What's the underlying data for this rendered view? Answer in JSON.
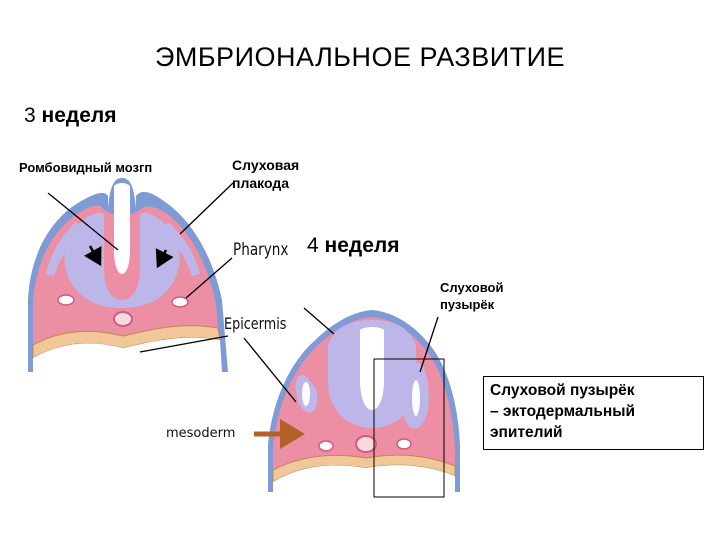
{
  "slide": {
    "title": "ЭМБРИОНАЛЬНОЕ  РАЗВИТИЕ",
    "week3": {
      "number": "3",
      "label": "неделя"
    },
    "week4": {
      "number": "4",
      "label": "неделя"
    },
    "labels": {
      "rhombencephalon": "Ромбовидный мозгп",
      "otic_placode": "Слуховая плакода",
      "pharynx": "Pharynx",
      "otic_vesicle": "Слуховой пузырёк",
      "epidermis": "Epicermis",
      "mesoderm": "mesoderm"
    },
    "note": "Слуховой пузырёк\n– эктодермальный\nэпителий"
  },
  "colors": {
    "mesenchyme_pink": "#ec8fa5",
    "neural_tube_lavender": "#bdb6e8",
    "ectoderm_blue": "#7f9bd6",
    "endoderm_tan": "#f1c79a",
    "mesoderm_arrow": "#b5602a"
  }
}
